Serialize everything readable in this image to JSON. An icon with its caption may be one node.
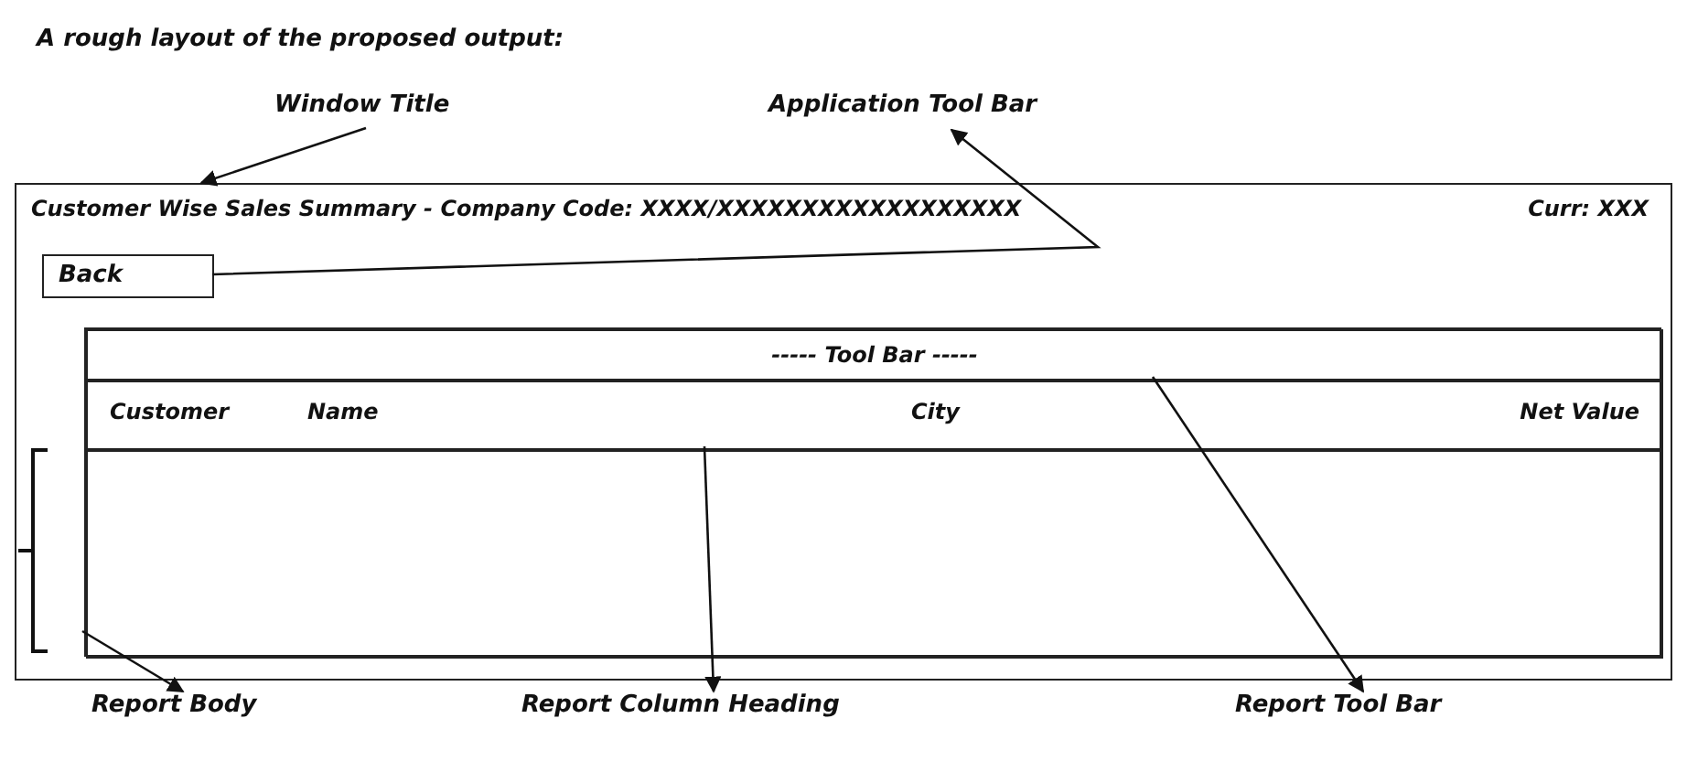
{
  "diagram": {
    "title": "A rough layout of the proposed output:",
    "nodes": [
      {
        "text": [
          "Window Title"
        ]
      },
      {
        "text": [
          "Application Tool Bar"
        ]
      },
      {
        "text": [
          "Customer Wise Sales Summary - Company Code: XXXX/XXXXXXXXXXXXXXXXXX",
          "Curr: XXX"
        ]
      },
      {
        "text": [
          "Back"
        ],
        "in": 2
      },
      {
        "text": [],
        "shape": "box",
        "in": 2
      },
      {
        "text": [
          "----- Tool Bar -----"
        ],
        "in": 4
      },
      {
        "text": [
          "Customer",
          "Name",
          "City",
          "Net Value"
        ],
        "in": 4
      },
      {
        "text": [],
        "shape": "box",
        "in": 4
      },
      {
        "text": [
          "Report Body"
        ]
      },
      {
        "text": [
          "Report Column Heading"
        ]
      },
      {
        "text": [
          "Report Tool Bar"
        ]
      }
    ],
    "edges": [
      {
        "from": 0,
        "to": 2,
        "arrow": "to"
      },
      {
        "from": 3,
        "to": 1,
        "arrow": "to"
      },
      {
        "from": 7,
        "to": 8,
        "arrow": "to"
      },
      {
        "from": 6,
        "to": 9,
        "arrow": "to"
      },
      {
        "from": 5,
        "to": 10,
        "arrow": "to"
      }
    ]
  }
}
